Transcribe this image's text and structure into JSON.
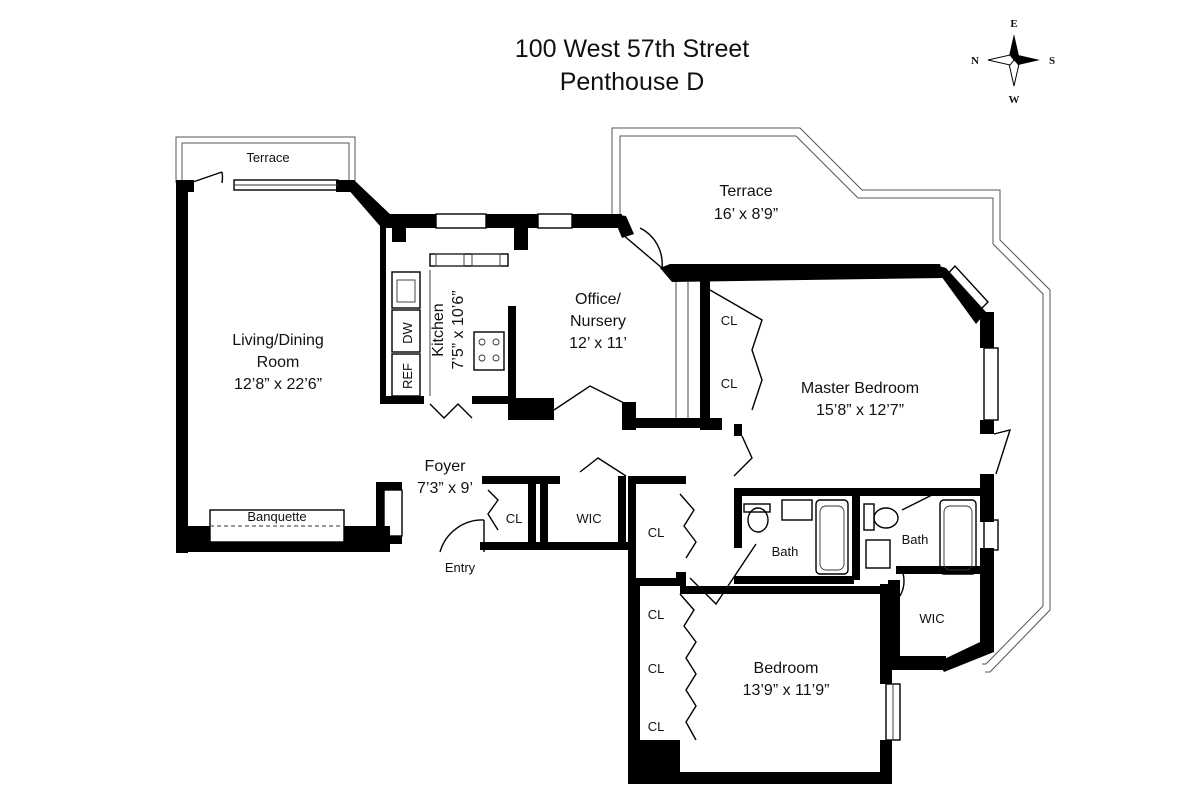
{
  "title": {
    "line1": "100 West 57th Street",
    "line2": "Penthouse D"
  },
  "compass": {
    "north": "N",
    "south": "S",
    "east": "E",
    "west": "W"
  },
  "rooms": {
    "terrace_small": {
      "name": "Terrace"
    },
    "terrace_large": {
      "name": "Terrace",
      "dims": "16’ x 8’9”"
    },
    "living": {
      "name1": "Living/Dining",
      "name2": "Room",
      "dims": "12’8” x 22’6”"
    },
    "kitchen": {
      "name": "Kitchen",
      "dims": "7’5” x 10’6”"
    },
    "office": {
      "name1": "Office/",
      "name2": "Nursery",
      "dims": "12’ x 11’"
    },
    "master": {
      "name": "Master Bedroom",
      "dims": "15’8” x 12’7”"
    },
    "foyer": {
      "name": "Foyer",
      "dims": "7’3” x 9’"
    },
    "bedroom": {
      "name": "Bedroom",
      "dims": "13’9” x 11’9”"
    },
    "bath1": {
      "name": "Bath"
    },
    "bath2": {
      "name": "Bath"
    }
  },
  "fixtures": {
    "dw": "DW",
    "ref": "REF",
    "banquette": "Banquette",
    "entry": "Entry",
    "cl": "CL",
    "wic": "WIC"
  }
}
